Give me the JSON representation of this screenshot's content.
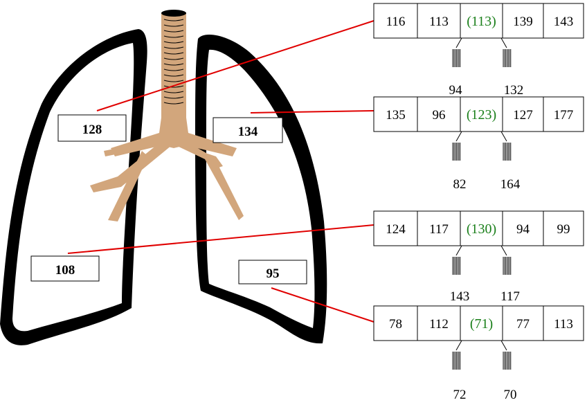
{
  "lung_labels": {
    "left_upper": "128",
    "right_upper": "134",
    "left_lower": "108",
    "right_lower": "95"
  },
  "tables": [
    {
      "cells": [
        "116",
        "113",
        "(113)",
        "139",
        "143"
      ],
      "branches": [
        "94",
        "132"
      ]
    },
    {
      "cells": [
        "135",
        "96",
        "(123)",
        "127",
        "177"
      ],
      "branches": [
        "82",
        "164"
      ]
    },
    {
      "cells": [
        "124",
        "117",
        "(130)",
        "94",
        "99"
      ],
      "branches": [
        "143",
        "117"
      ]
    },
    {
      "cells": [
        "78",
        "112",
        "(71)",
        "77",
        "113"
      ],
      "branches": [
        "72",
        "70"
      ]
    }
  ],
  "colors": {
    "trachea": "#d2a67c",
    "outline": "#000000",
    "connector": "#e00000",
    "highlight": "#1a7f1a"
  }
}
